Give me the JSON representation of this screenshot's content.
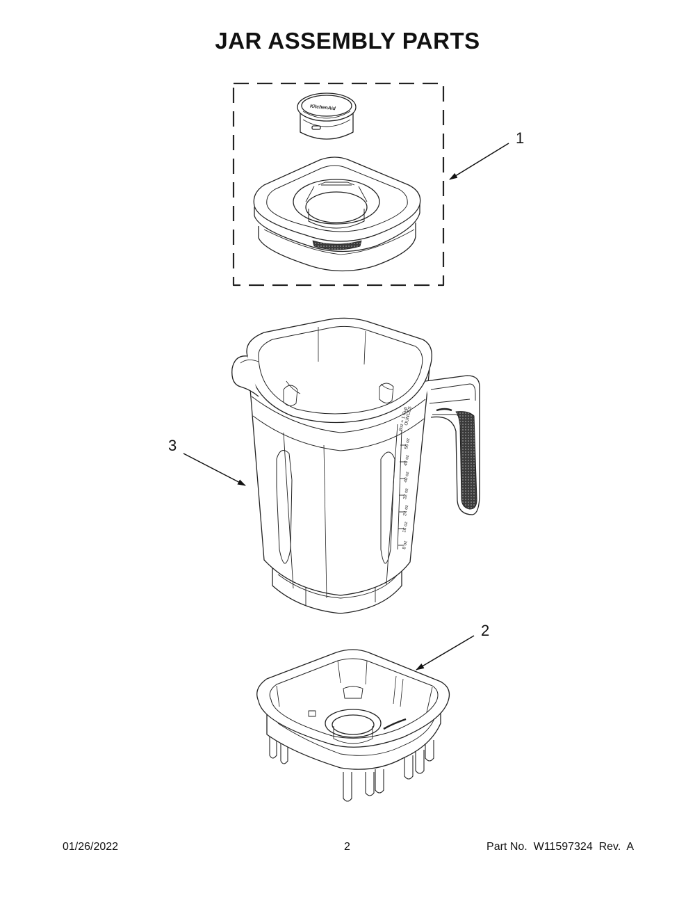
{
  "header": {
    "title": "JAR ASSEMBLY PARTS"
  },
  "callouts": [
    {
      "number": "1",
      "part": "lid-assembly"
    },
    {
      "number": "2",
      "part": "jar-base"
    },
    {
      "number": "3",
      "part": "blender-jar"
    }
  ],
  "lid_cap": {
    "logo_text": "KitchenAid"
  },
  "jar": {
    "scale_header": "OUNCES",
    "scale_subheader": "8oz = 1 Cup",
    "volume_marks": [
      "56 oz",
      "48 oz",
      "40 oz",
      "32 oz",
      "24 oz",
      "16 oz",
      "8 oz"
    ]
  },
  "footer": {
    "date": "01/26/2022",
    "page_number": "2",
    "part_info": "Part No.  W11597324  Rev.  A"
  }
}
